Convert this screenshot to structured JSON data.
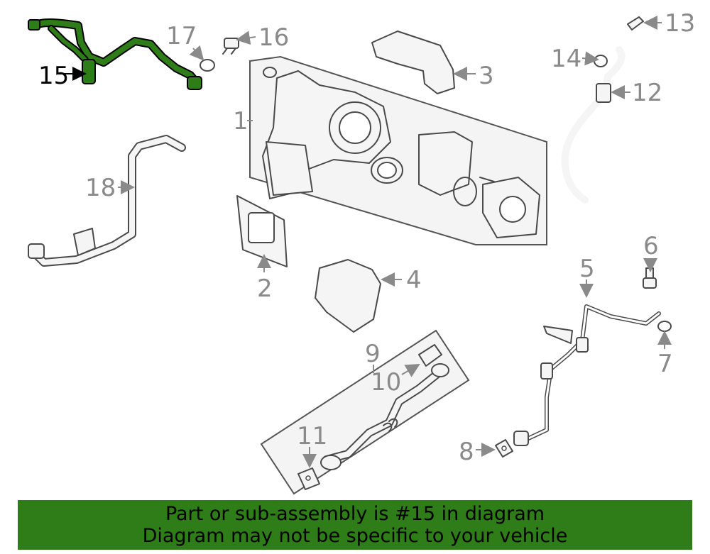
{
  "callouts": {
    "c1": "1",
    "c2": "2",
    "c3": "3",
    "c4": "4",
    "c5": "5",
    "c6": "6",
    "c7": "7",
    "c8": "8",
    "c9": "9",
    "c10": "10",
    "c11": "11",
    "c12": "12",
    "c13": "13",
    "c14": "14",
    "c15": "15",
    "c16": "16",
    "c17": "17",
    "c18": "18"
  },
  "highlight": {
    "part_number": "15",
    "color": "#2e7d18"
  },
  "banner": {
    "line1": "Part or sub-assembly is #15 in diagram",
    "line2": "Diagram may not be specific to your vehicle",
    "background": "#2e7d18"
  }
}
